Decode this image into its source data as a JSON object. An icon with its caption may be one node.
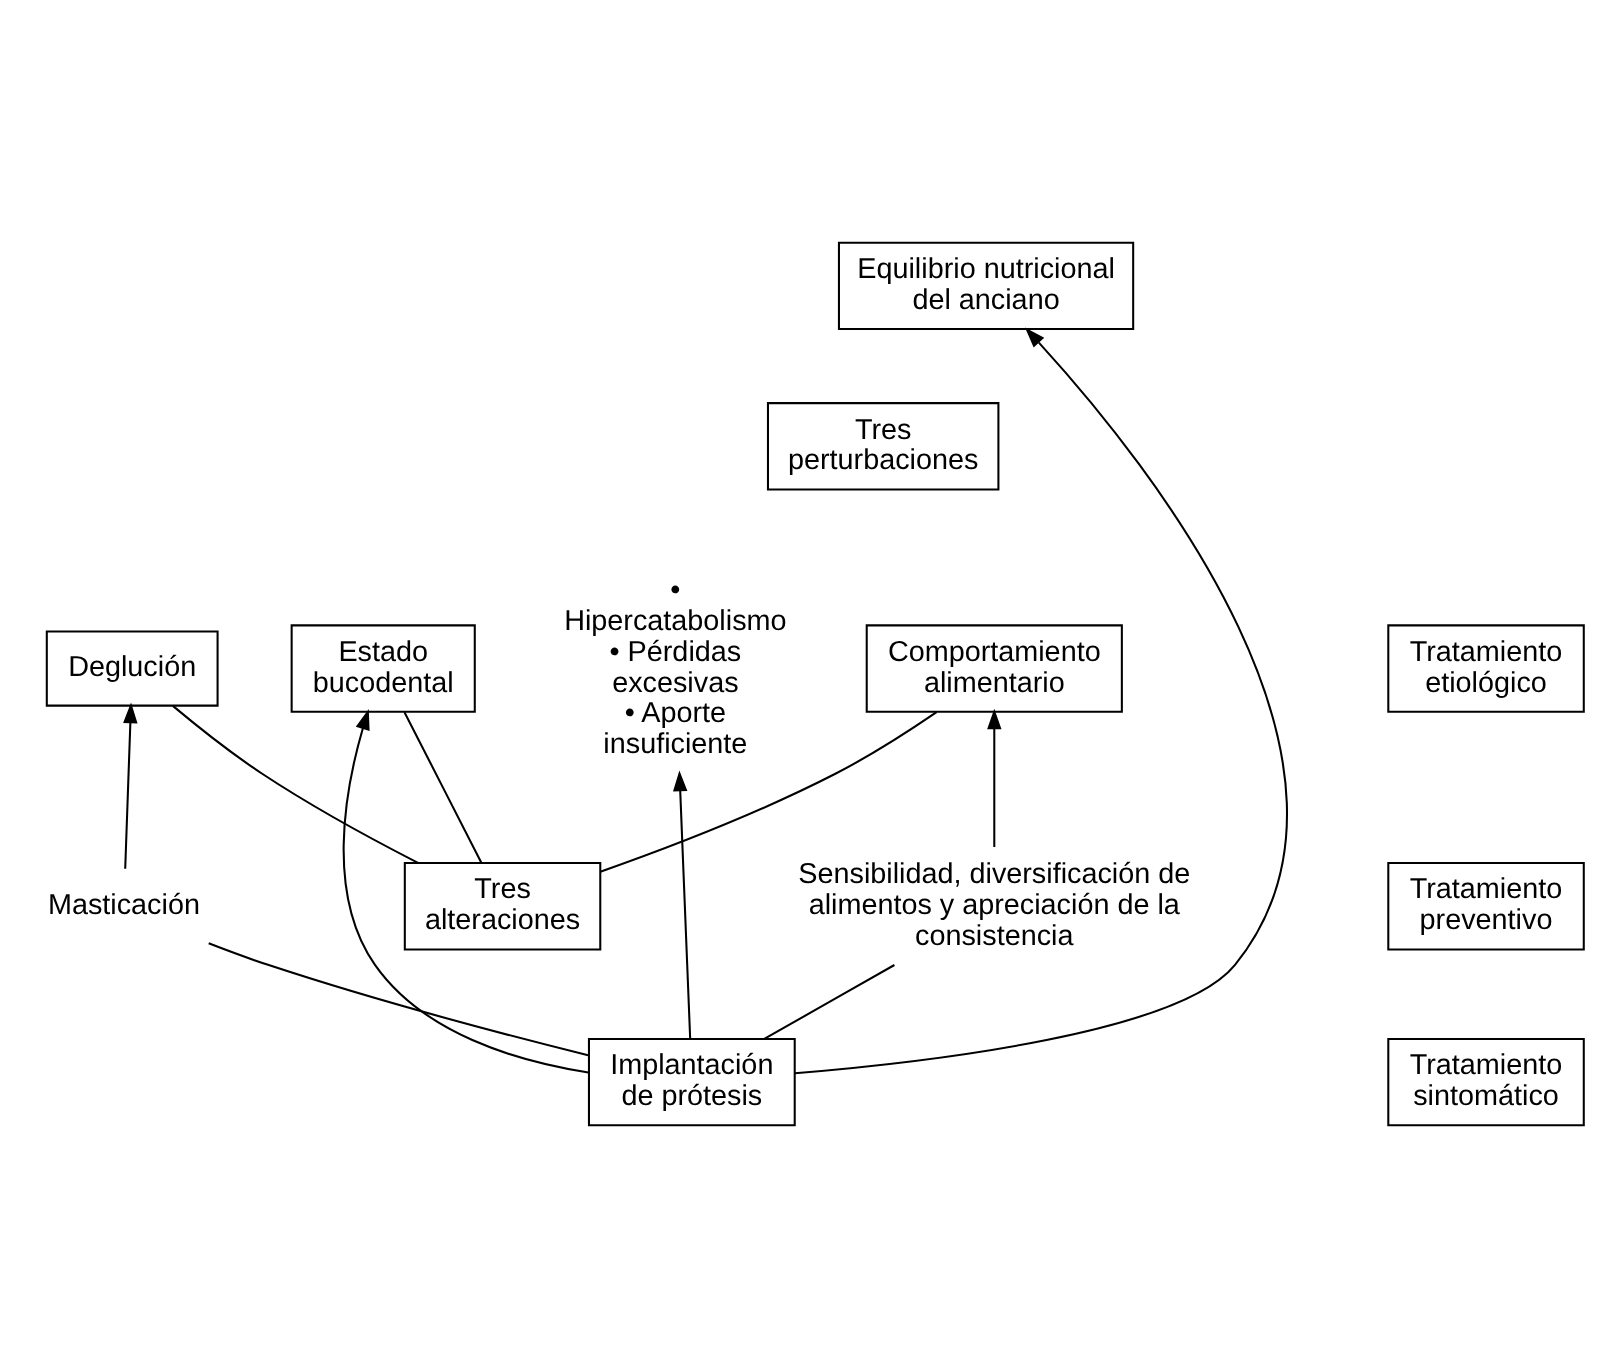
{
  "diagram": {
    "nodes": [
      {
        "text": [
          "Equilibrio nutricional del anciano"
        ]
      },
      {
        "text": [
          "Tres perturbaciones"
        ]
      },
      {
        "text": [
          "• Hipercatabolismo",
          "• Pérdidas excesivas",
          "• Aporte insuficiente"
        ]
      },
      {
        "text": [
          "Tratamiento preventivo"
        ]
      },
      {
        "text": [
          "Tres alteraciones"
        ]
      },
      {
        "text": [
          "Comportamiento alimentario"
        ]
      },
      {
        "text": [
          "Deglución"
        ]
      },
      {
        "text": [
          "Sensibilidad, diversificación de alimentos y apreciación de la consistencia"
        ]
      },
      {
        "text": [
          "Masticación"
        ]
      },
      {
        "text": [
          "Estado bucodental"
        ]
      },
      {
        "text": [
          "Tratamiento etiológico"
        ]
      },
      {
        "text": [
          "Tratamiento sintomático"
        ]
      },
      {
        "text": [
          "Implantación de prótesis"
        ]
      }
    ],
    "edges": [
      {
        "from": 12,
        "to": 0,
        "arrow": "to"
      },
      {
        "from": 12,
        "to": 2,
        "arrow": "to"
      },
      {
        "from": 4,
        "to": 5,
        "arrow": "none"
      },
      {
        "from": 4,
        "to": 9,
        "arrow": "none"
      },
      {
        "from": 4,
        "to": 6,
        "arrow": "none"
      },
      {
        "from": 7,
        "to": 5,
        "arrow": "to"
      },
      {
        "from": 8,
        "to": 6,
        "arrow": "to"
      },
      {
        "from": 12,
        "to": 7,
        "arrow": "none"
      },
      {
        "from": 12,
        "to": 9,
        "arrow": "to"
      },
      {
        "from": 12,
        "to": 8,
        "arrow": "none"
      }
    ]
  }
}
